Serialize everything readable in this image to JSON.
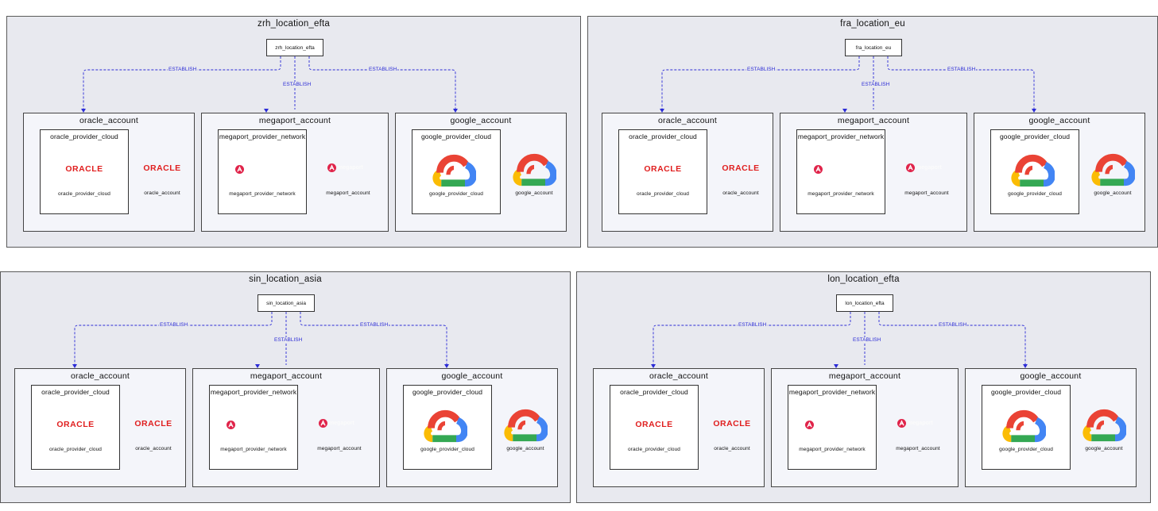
{
  "colors": {
    "edge": "#2b2bd6",
    "oracle_red": "#e01e1e",
    "megaport_red": "#e0244a",
    "location_bg": "#e8e9ef",
    "account_bg": "#f4f5fa"
  },
  "icons": {
    "oracle": "oracle-logo",
    "megaport": "megaport-logo",
    "google": "google-cloud-icon"
  },
  "edge_label": "ESTABLISH",
  "oracle_logo_text": "ORACLE",
  "megaport_logo_text": "megaport",
  "locations": [
    {
      "title": "zrh_location_efta",
      "node_label": "zrh_location_efta",
      "accounts": [
        {
          "title": "oracle_account",
          "provider_title": "oracle_provider_cloud",
          "provider_label": "oracle_provider_cloud",
          "account_label": "oracle_account"
        },
        {
          "title": "megaport_account",
          "provider_title": "megaport_provider_network",
          "provider_label": "megaport_provider_network",
          "account_label": "megaport_account"
        },
        {
          "title": "google_account",
          "provider_title": "google_provider_cloud",
          "provider_label": "google_provider_cloud",
          "account_label": "google_account"
        }
      ]
    },
    {
      "title": "fra_location_eu",
      "node_label": "fra_location_eu",
      "accounts": [
        {
          "title": "oracle_account",
          "provider_title": "oracle_provider_cloud",
          "provider_label": "oracle_provider_cloud",
          "account_label": "oracle_account"
        },
        {
          "title": "megaport_account",
          "provider_title": "megaport_provider_network",
          "provider_label": "megaport_provider_network",
          "account_label": "megaport_account"
        },
        {
          "title": "google_account",
          "provider_title": "google_provider_cloud",
          "provider_label": "google_provider_cloud",
          "account_label": "google_account"
        }
      ]
    },
    {
      "title": "sin_location_asia",
      "node_label": "sin_location_asia",
      "accounts": [
        {
          "title": "oracle_account",
          "provider_title": "oracle_provider_cloud",
          "provider_label": "oracle_provider_cloud",
          "account_label": "oracle_account"
        },
        {
          "title": "megaport_account",
          "provider_title": "megaport_provider_network",
          "provider_label": "megaport_provider_network",
          "account_label": "megaport_account"
        },
        {
          "title": "google_account",
          "provider_title": "google_provider_cloud",
          "provider_label": "google_provider_cloud",
          "account_label": "google_account"
        }
      ]
    },
    {
      "title": "lon_location_efta",
      "node_label": "lon_location_efta",
      "accounts": [
        {
          "title": "oracle_account",
          "provider_title": "oracle_provider_cloud",
          "provider_label": "oracle_provider_cloud",
          "account_label": "oracle_account"
        },
        {
          "title": "megaport_account",
          "provider_title": "megaport_provider_network",
          "provider_label": "megaport_provider_network",
          "account_label": "megaport_account"
        },
        {
          "title": "google_account",
          "provider_title": "google_provider_cloud",
          "provider_label": "google_provider_cloud",
          "account_label": "google_account"
        }
      ]
    }
  ]
}
